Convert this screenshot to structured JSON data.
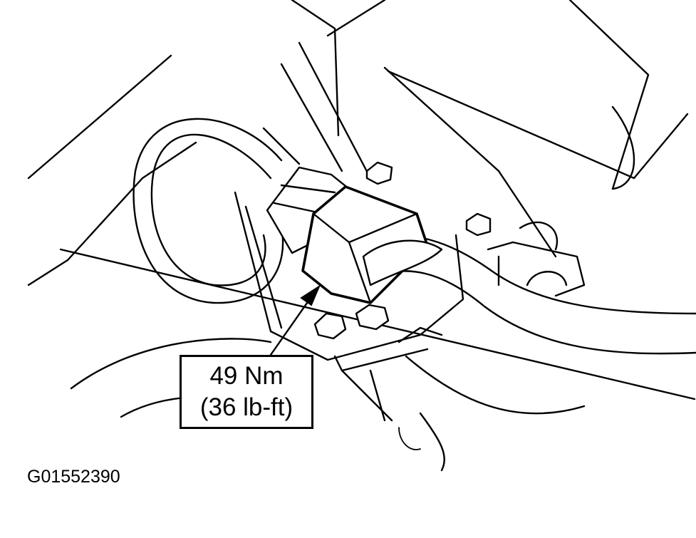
{
  "callout": {
    "torque_nm": "49 Nm",
    "torque_lbft": "(36 lb-ft)"
  },
  "figure_id": "G01552390"
}
